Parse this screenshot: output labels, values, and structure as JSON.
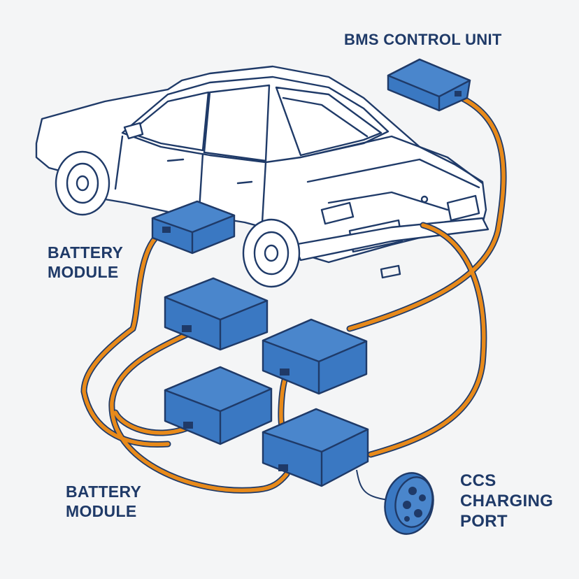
{
  "labels": {
    "bms_control_unit": "BMS CONTROL UNIT",
    "battery_module_top": [
      "BATTERY",
      "MODULE"
    ],
    "battery_module_bottom": [
      "BATTERY",
      "MODULE"
    ],
    "ccs_charging_port": [
      "CCS",
      "CHARGING",
      "PORT"
    ]
  },
  "colors": {
    "background": "#f4f5f6",
    "outline": "#1f3a68",
    "module_fill": "#3a78c2",
    "module_top": "#4a86cc",
    "cable": "#e88a1a"
  }
}
